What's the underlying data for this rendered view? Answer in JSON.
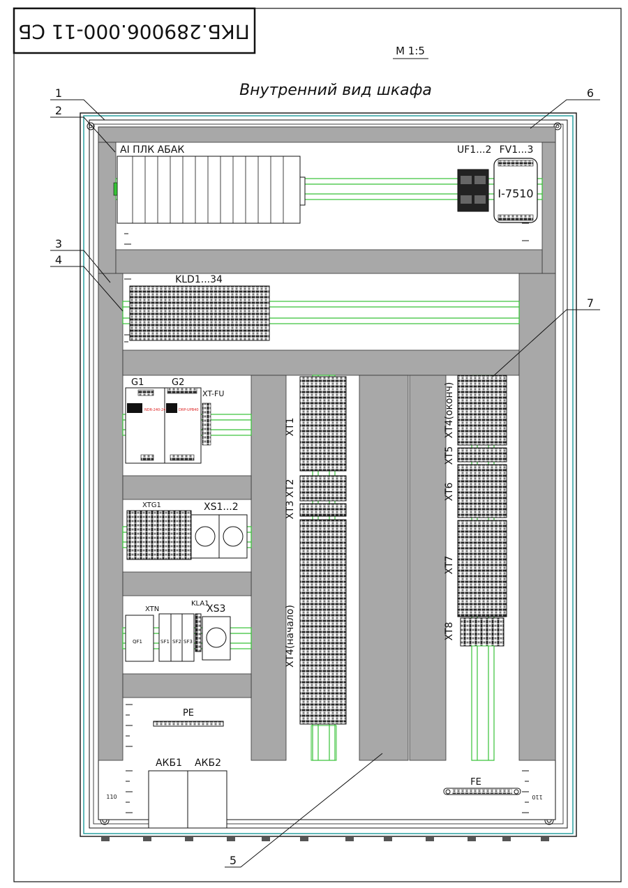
{
  "sheet": {
    "doc_code": "ПКБ.289006.000-11 СБ",
    "scale": "М 1:5",
    "title": "Внутренний вид шкафа"
  },
  "callouts": [
    "1",
    "2",
    "3",
    "4",
    "5",
    "6",
    "7"
  ],
  "modules": {
    "plc_label": "AI ПЛК АБАК",
    "uf_label": "UF1...2",
    "fv_label": "FV1...3",
    "i7510_label": "I-7510",
    "kld_label": "KLD1...34",
    "g1_label": "G1",
    "g2_label": "G2",
    "xtfu_label": "XT-FU",
    "g1_text": "NDR-240-24",
    "g2_text": "DRP-UPB40",
    "xtg1_label": "XTG1",
    "xs12_label": "XS1...2",
    "xtn_label": "XTN",
    "kla1_label": "KLA1",
    "xs3_label": "XS3",
    "qf1_label": "QF1",
    "sf1_label": "SF1",
    "sf2_label": "SF2",
    "sf3_label": "SF3",
    "pe_label": "PE",
    "fe_label": "FE",
    "akb1_label": "АКБ1",
    "akb2_label": "АКБ2"
  },
  "terminals": {
    "xt1": "XT1",
    "xt2": "XT2",
    "xt3": "XT3",
    "xt4_begin": "XT4(начало)",
    "xt4_end": "XT4(оконч)",
    "xt5": "XT5",
    "xt6": "XT6",
    "xt7": "XT7",
    "xt8": "XT8"
  },
  "rulers": {
    "left_mark": "110",
    "right_mark": "110"
  },
  "colors": {
    "line": "#111111",
    "duct": "#a8a8a8",
    "rail": "#36c136",
    "frame": "#2aa0a0"
  }
}
